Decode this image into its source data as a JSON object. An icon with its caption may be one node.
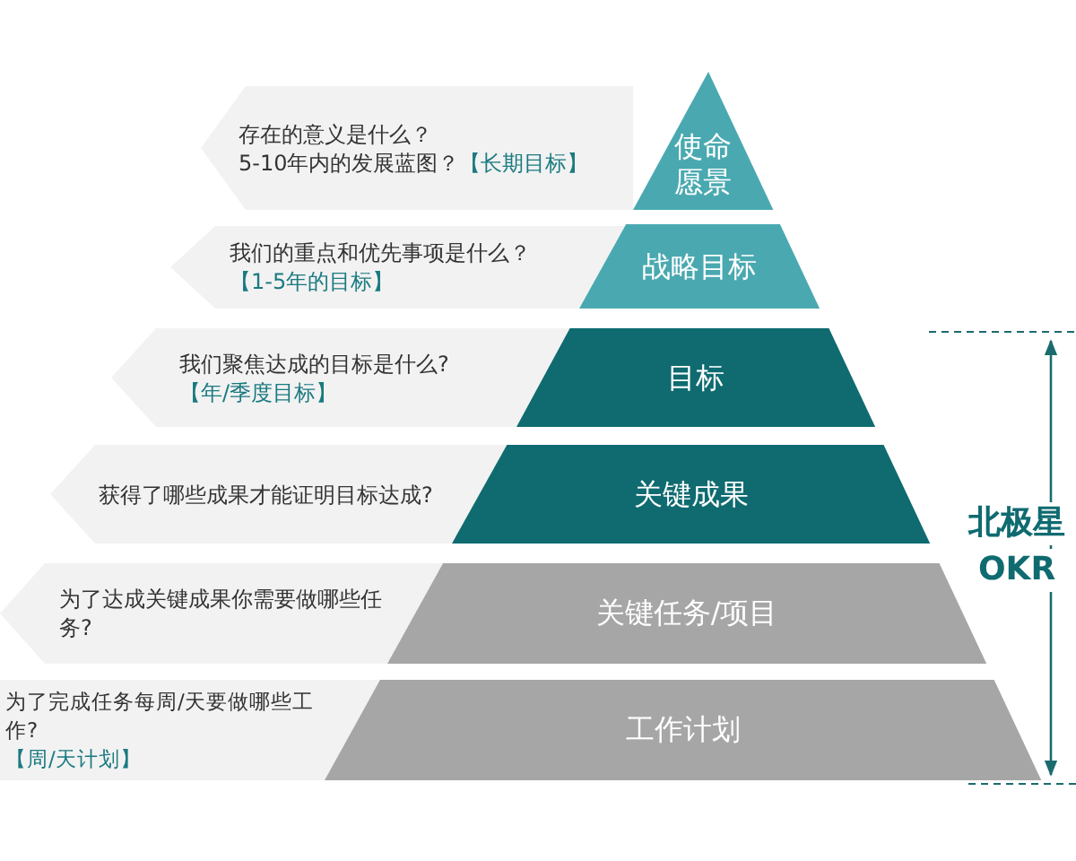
{
  "diagram": {
    "nodes": [
      {
        "text": [
          "存在的意义是什么？",
          "5-10年内的发展蓝图？",
          "【长期目标】"
        ]
      },
      {
        "text": [
          "使命愿景"
        ]
      },
      {
        "text": [
          "我们的重点和优先事项是什么？",
          "【1-5年的目标】"
        ]
      },
      {
        "text": [
          "战略目标"
        ]
      },
      {
        "text": [
          "我们聚焦达成的目标是什么?",
          "【年/季度目标】"
        ]
      },
      {
        "text": [
          "目标"
        ]
      },
      {
        "text": [
          "获得了哪些成果才能证明目标达成?"
        ]
      },
      {
        "text": [
          "关键成果"
        ]
      },
      {
        "text": [
          "为了达成关键成果你需要做哪些任务?"
        ]
      },
      {
        "text": [
          "关键任务/项目"
        ]
      },
      {
        "text": [
          "为了完成任务每周/天要做哪些工作?",
          "【周/天计划】"
        ]
      },
      {
        "text": [
          "工作计划"
        ]
      }
    ],
    "edges": [],
    "labels": [
      "北极星",
      "OKR"
    ]
  }
}
